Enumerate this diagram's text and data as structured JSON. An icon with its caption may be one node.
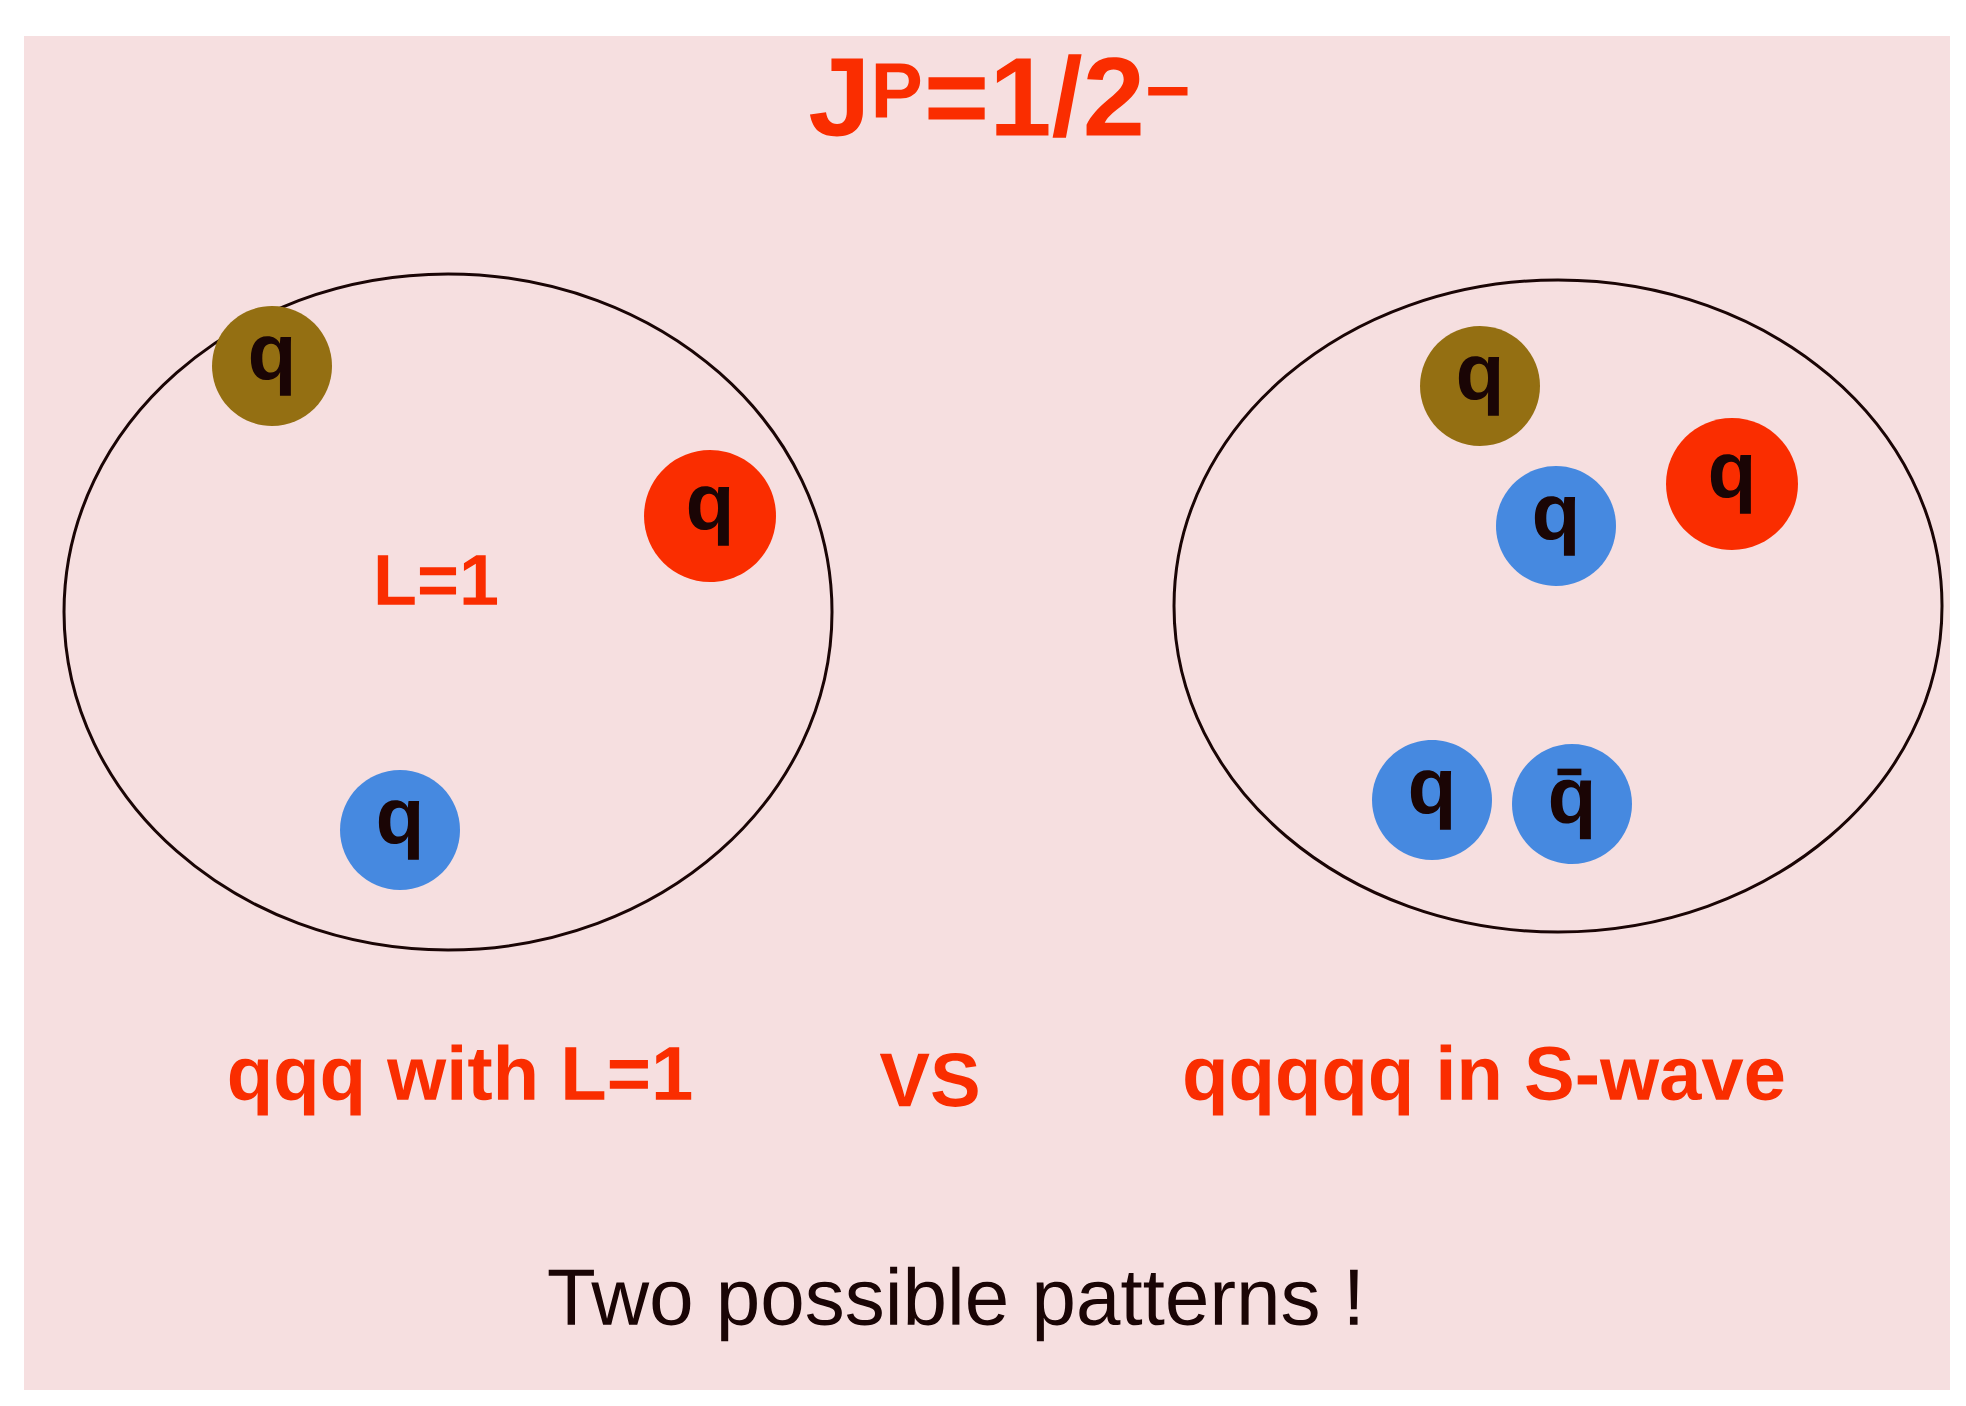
{
  "diagram": {
    "title": "J$^{P}$=1/2$^{−}$",
    "nodes": [
      {
        "text": [
          "L=1"
        ]
      },
      {
        "text": [
          "q"
        ],
        "in": 0
      },
      {
        "text": [
          "q"
        ],
        "in": 0
      },
      {
        "text": [
          "q"
        ],
        "in": 0
      },
      {
        "text": [],
        "shape": "circle"
      },
      {
        "text": [
          "q"
        ],
        "in": 4
      },
      {
        "text": [
          "q"
        ],
        "in": 4
      },
      {
        "text": [
          "q"
        ],
        "in": 4
      },
      {
        "text": [
          "q"
        ],
        "in": 4
      },
      {
        "text": [
          "q̄"
        ],
        "in": 4
      }
    ],
    "labels": [
      "qqq with L=1",
      "VS",
      "qqqqq in S-wave"
    ],
    "caption": "Two possible patterns !"
  }
}
